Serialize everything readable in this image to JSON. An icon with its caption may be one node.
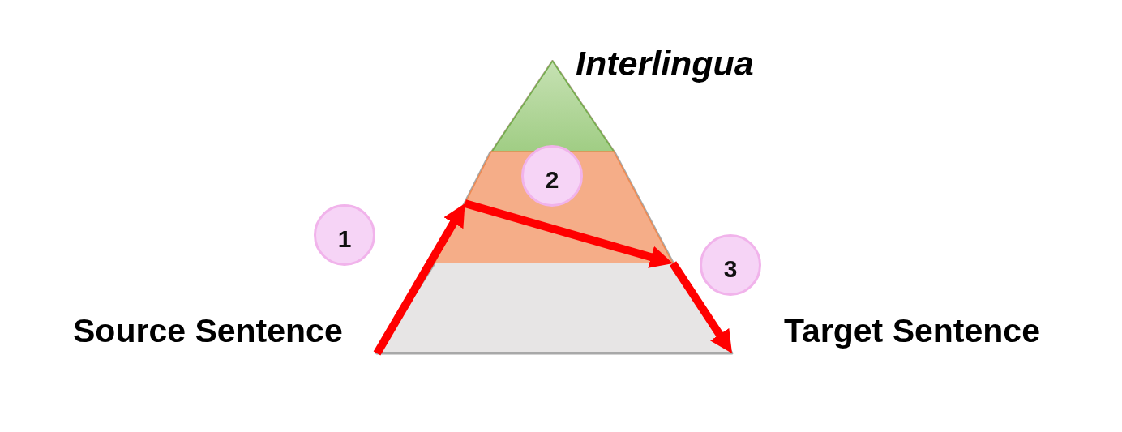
{
  "diagram": {
    "nodes": [
      {
        "text": [],
        "shape": "triangle",
        "beside": [
          "Interlingua"
        ]
      },
      {
        "text": [],
        "shape": "trapezoid"
      },
      {
        "text": [],
        "shape": "trapezoid"
      },
      {
        "text": [
          "1"
        ]
      },
      {
        "text": [
          "2"
        ]
      },
      {
        "text": [
          "3"
        ]
      }
    ],
    "edges": [
      {
        "from": 2,
        "to": 1,
        "arrow": "to"
      },
      {
        "from": 1,
        "to": 1,
        "arrow": "to"
      },
      {
        "from": 1,
        "to": 2,
        "arrow": "to"
      }
    ],
    "labels": [
      "Source Sentence",
      "Target Sentence"
    ]
  }
}
